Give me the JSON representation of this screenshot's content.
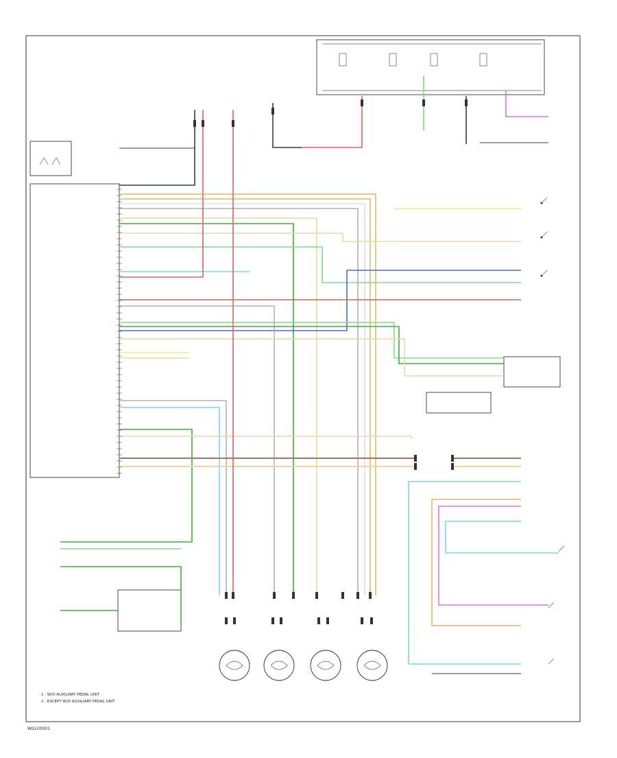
{
  "diagram": {
    "colors": {
      "black": "#3a3a3a",
      "red": "#e06060",
      "orange": "#e8b565",
      "yellow": "#eeee80",
      "tan": "#f0d6a0",
      "light_green": "#7fdc7f",
      "green": "#38b038",
      "light_blue": "#75d8e8",
      "blue": "#4a6ad8",
      "brown": "#b47050",
      "purple": "#b060d0",
      "pink": "#e070e0",
      "gray": "#b0b0b0",
      "white": "#e0e0e0"
    },
    "footnote_1": "1 : W/O AUXILIARY PEDAL UNIT",
    "footnote_2": "2 : EXCEPT W/O AUXILIARY PEDAL UNIT",
    "page_code": "WGL00001"
  }
}
